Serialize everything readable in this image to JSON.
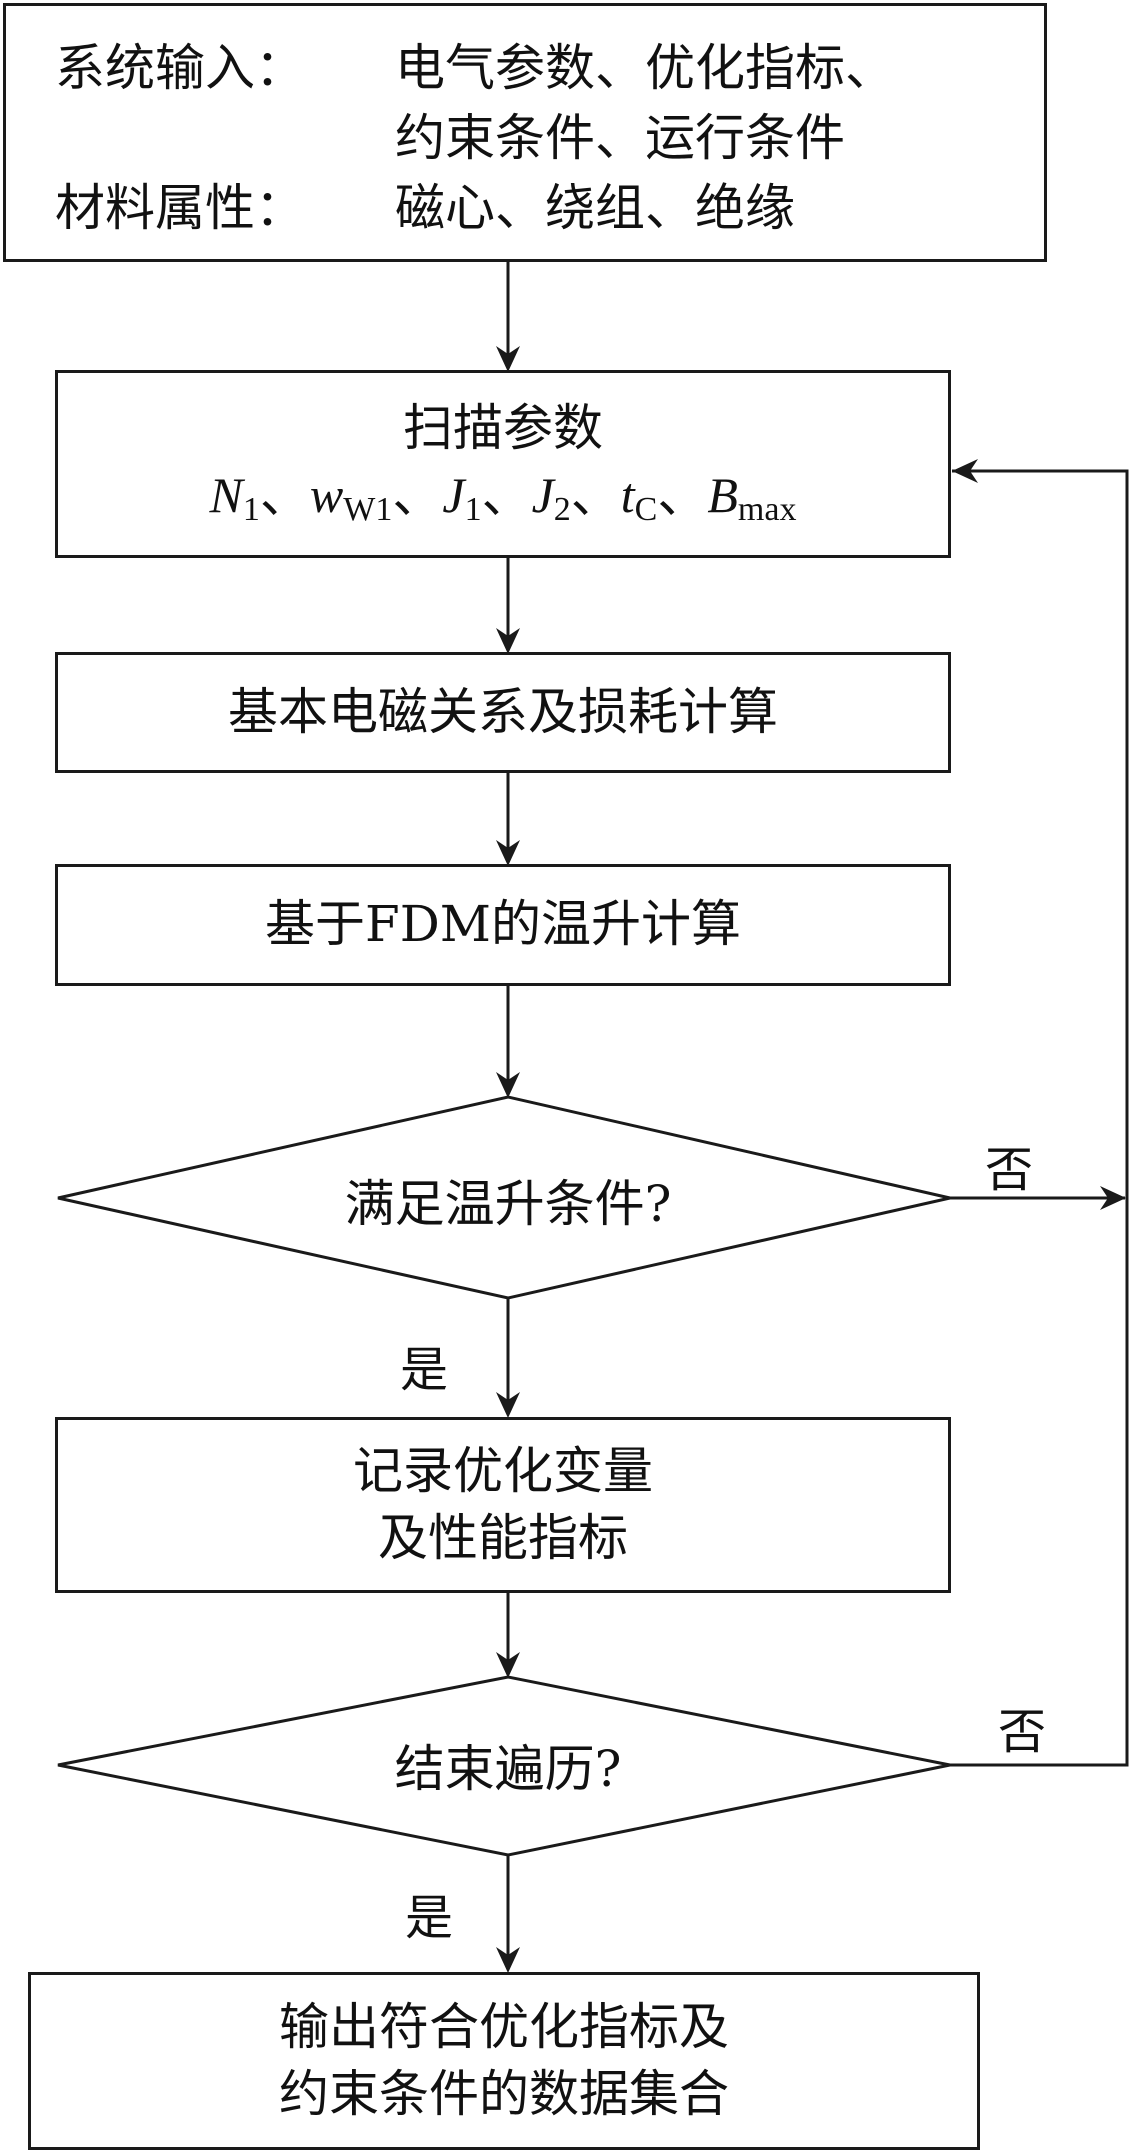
{
  "input_box": {
    "line1_label": "系统输入：",
    "line1_value": "电气参数、优化指标、",
    "line2_value": "约束条件、运行条件",
    "line3_label": "材料属性：",
    "line3_value": "磁心、绕组、绝缘"
  },
  "scan_box": {
    "title": "扫描参数",
    "params": [
      {
        "sym": "N",
        "sub": "1"
      },
      {
        "sym": "w",
        "sub": "W1"
      },
      {
        "sym": "J",
        "sub": "1"
      },
      {
        "sym": "J",
        "sub": "2"
      },
      {
        "sym": "t",
        "sub": "C"
      },
      {
        "sym": "B",
        "sub": "max"
      }
    ],
    "separator": "、"
  },
  "calc_box": {
    "label": "基本电磁关系及损耗计算"
  },
  "thermal_box": {
    "label": "基于FDM的温升计算"
  },
  "decision1": {
    "label": "满足温升条件?",
    "yes": "是",
    "no": "否"
  },
  "record_box": {
    "line1": "记录优化变量",
    "line2": "及性能指标"
  },
  "decision2": {
    "label": "结束遍历?",
    "yes": "是",
    "no": "否"
  },
  "output_box": {
    "line1": "输出符合优化指标及",
    "line2": "约束条件的数据集合"
  }
}
